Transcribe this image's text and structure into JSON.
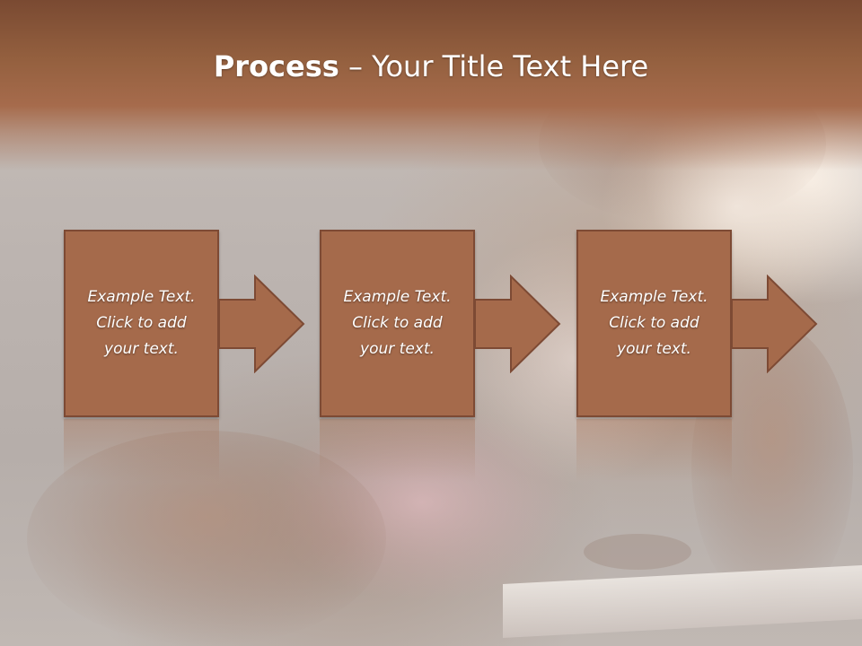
{
  "slide": {
    "title_bold": "Process",
    "title_rest": " – Your Title Text Here",
    "colors": {
      "title_band": "#9a6446",
      "box_fill": "#a56a4b",
      "box_border": "#7d4a34",
      "text": "#ffffff"
    },
    "steps": [
      {
        "line1": "Example Text.",
        "line2": "Click  to add",
        "line3": "your text."
      },
      {
        "line1": "Example Text.",
        "line2": "Click  to add",
        "line3": "your text."
      },
      {
        "line1": "Example Text.",
        "line2": "Click  to add",
        "line3": "your text."
      }
    ],
    "arrow_icon": "right-arrow-icon"
  }
}
